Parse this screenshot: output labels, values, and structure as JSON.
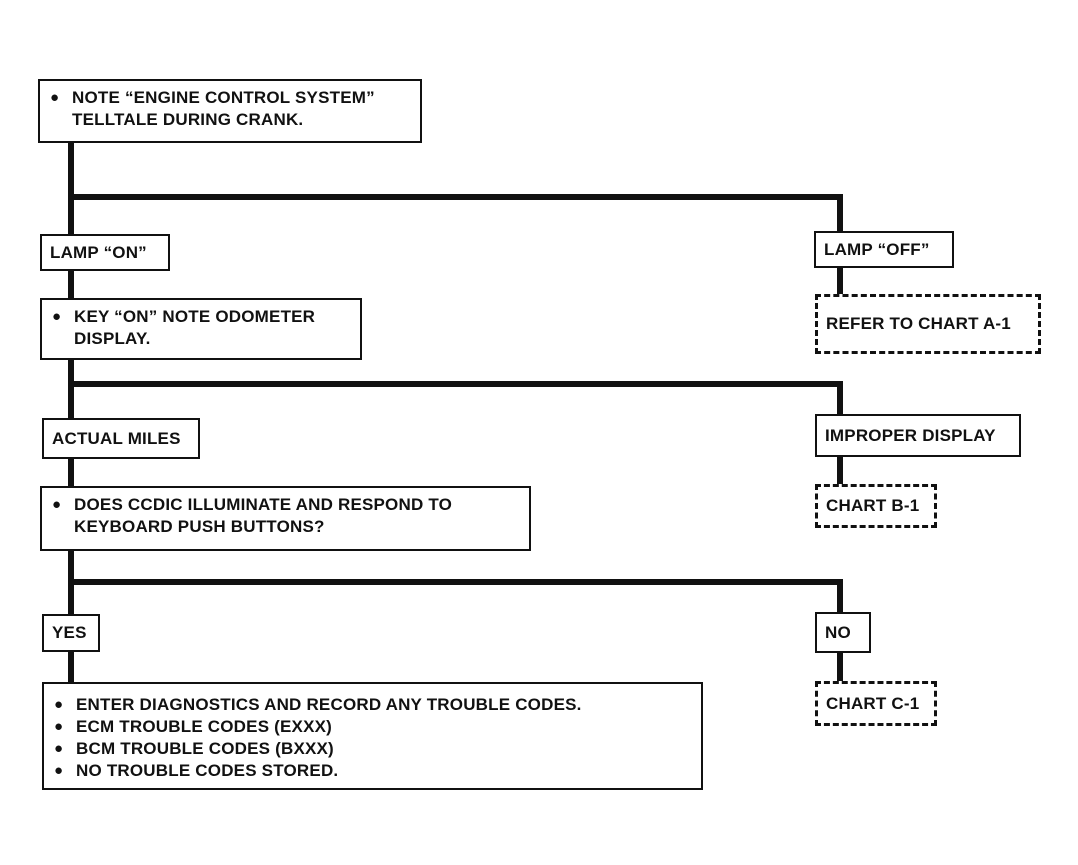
{
  "colors": {
    "ink": "#111111",
    "background": "#ffffff"
  },
  "bullet_glyph": "●",
  "step1": {
    "lines": [
      "NOTE “ENGINE CONTROL SYSTEM”",
      "TELLTALE DURING CRANK."
    ]
  },
  "branch1": {
    "left_label": "LAMP “ON”",
    "right_label": "LAMP “OFF”",
    "right_target": "REFER TO CHART A-1"
  },
  "step2": {
    "lines": [
      "KEY “ON” NOTE ODOMETER",
      "DISPLAY."
    ]
  },
  "branch2": {
    "left_label": "ACTUAL MILES",
    "right_label": "IMPROPER DISPLAY",
    "right_target": "CHART B-1"
  },
  "step3": {
    "lines": [
      "DOES CCDIC ILLUMINATE AND RESPOND TO",
      "KEYBOARD PUSH BUTTONS?"
    ]
  },
  "branch3": {
    "left_label": "YES",
    "right_label": "NO",
    "right_target": "CHART C-1"
  },
  "step4": {
    "items": [
      "ENTER DIAGNOSTICS AND RECORD ANY TROUBLE CODES.",
      "ECM TROUBLE CODES (EXXX)",
      "BCM TROUBLE CODES (BXXX)",
      "NO TROUBLE CODES STORED."
    ]
  }
}
